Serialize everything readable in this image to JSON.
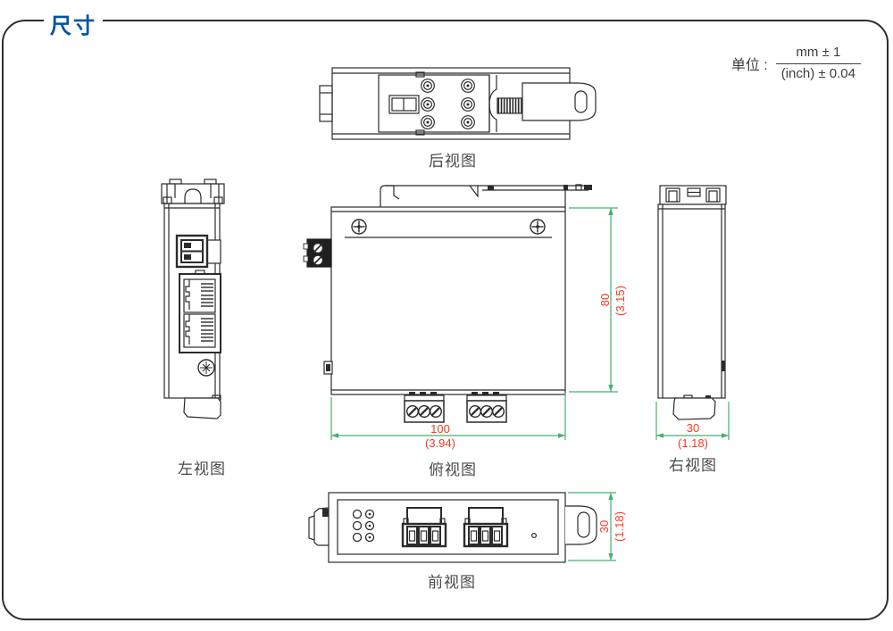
{
  "page": {
    "title": "尺寸"
  },
  "units": {
    "label": "单位 :",
    "mm": "mm ± 1",
    "inch": "(inch) ± 0.04"
  },
  "views": {
    "rear": {
      "label": "后视图"
    },
    "left": {
      "label": "左视图"
    },
    "top": {
      "label": "俯视图"
    },
    "right": {
      "label": "右视图"
    },
    "front": {
      "label": "前视图"
    }
  },
  "dimensions": {
    "body_width": {
      "mm": "100",
      "inch": "(3.94)"
    },
    "body_height": {
      "mm": "80",
      "inch": "(3.15)"
    },
    "body_depth_right": {
      "mm": "30",
      "inch": "(1.18)"
    },
    "body_depth_front": {
      "mm": "30",
      "inch": "(1.18)"
    }
  },
  "colors": {
    "title_blue": "#0054a6",
    "dimension_line_green": "#44b06e",
    "dimension_text_red": "#f93822",
    "drawing_stroke": "#2b2b2b"
  }
}
